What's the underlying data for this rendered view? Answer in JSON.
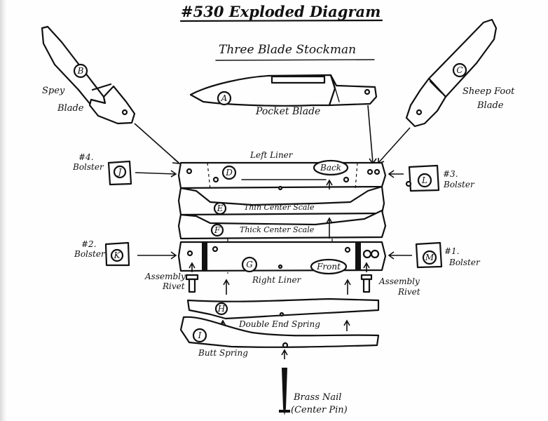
{
  "title": "#530 Exploded Diagram",
  "subtitle": "Three Blade Stockman",
  "blades": [
    {
      "letter": "A",
      "label": "Pocket Blade"
    },
    {
      "letter": "B",
      "label_line1": "Spey",
      "label_line2": "Blade"
    },
    {
      "letter": "C",
      "label_line1": "Sheep Foot",
      "label_line2": "Blade"
    }
  ],
  "bolsters": [
    {
      "letter": "J",
      "label_line1": "#4.",
      "label_line2": "Bolster"
    },
    {
      "letter": "L",
      "label_line1": "#3.",
      "label_line2": "Bolster"
    },
    {
      "letter": "K",
      "label_line1": "#2.",
      "label_line2": "Bolster"
    },
    {
      "letter": "M",
      "label_line1": "#1.",
      "label_line2": "Bolster"
    }
  ],
  "layers": [
    {
      "letter": "D",
      "label": "Left Liner",
      "tag": "Back"
    },
    {
      "letter": "E",
      "label": "Thin Center Scale"
    },
    {
      "letter": "F",
      "label": "Thick Center Scale"
    },
    {
      "letter": "G",
      "label": "Right Liner",
      "tag": "Front"
    },
    {
      "letter": "H",
      "label": "Double End Spring"
    },
    {
      "letter": "I",
      "label": "Butt Spring"
    }
  ],
  "rivets": {
    "left_line1": "Assembly",
    "left_line2": "Rivet",
    "right_line1": "Assembly",
    "right_line2": "Rivet"
  },
  "pin": {
    "label_line1": "Brass Nail",
    "label_line2": "(Center Pin)"
  },
  "colors": {
    "ink": "#111111",
    "paper": "#fefefe"
  }
}
